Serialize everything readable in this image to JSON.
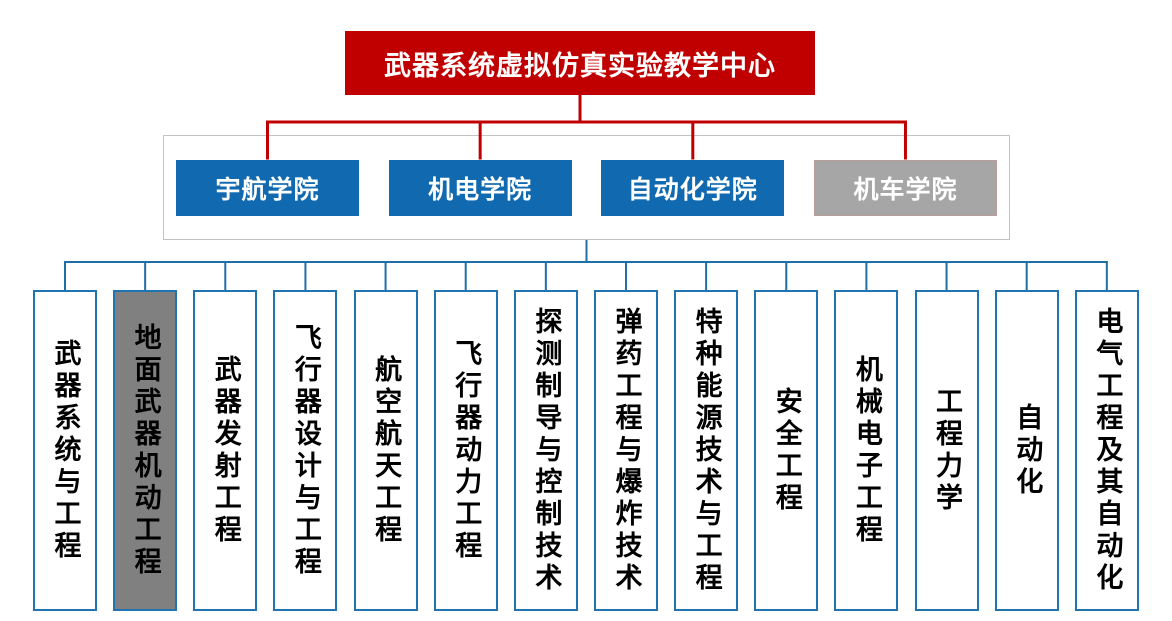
{
  "title": {
    "label": "武器系统虚拟仿真实验教学中心"
  },
  "colleges": [
    {
      "label": "宇航学院",
      "variant": "blue"
    },
    {
      "label": "机电学院",
      "variant": "blue"
    },
    {
      "label": "自动化学院",
      "variant": "blue"
    },
    {
      "label": "机车学院",
      "variant": "gray"
    }
  ],
  "majors": [
    {
      "label": "武器系统与工程",
      "variant": "white"
    },
    {
      "label": "地面武器机动工程",
      "variant": "gray"
    },
    {
      "label": "武器发射工程",
      "variant": "white"
    },
    {
      "label": "飞行器设计与工程",
      "variant": "white"
    },
    {
      "label": "航空航天工程",
      "variant": "white"
    },
    {
      "label": "飞行器动力工程",
      "variant": "white"
    },
    {
      "label": "探测制导与控制技术",
      "variant": "white"
    },
    {
      "label": "弹药工程与爆炸技术",
      "variant": "white"
    },
    {
      "label": "特种能源技术与工程",
      "variant": "white"
    },
    {
      "label": "安全工程",
      "variant": "white"
    },
    {
      "label": "机械电子工程",
      "variant": "white"
    },
    {
      "label": "工程力学",
      "variant": "white"
    },
    {
      "label": "自动化",
      "variant": "white"
    },
    {
      "label": "电气工程及其自动化",
      "variant": "white"
    }
  ],
  "colors": {
    "title_red": "#c00000",
    "college_blue": "#1169b0",
    "college_inactive_gray": "#a6a6a6",
    "major_gray": "#808080",
    "connector_red": "#c00000",
    "connector_blue": "#1e6fa8",
    "major_border_blue": "#2273b2"
  }
}
